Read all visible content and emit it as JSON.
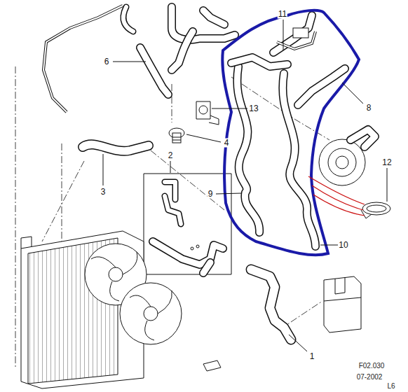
{
  "diagram": {
    "labels": [
      "11",
      "6",
      "13",
      "8",
      "4",
      "2",
      "3",
      "12",
      "9",
      "10",
      "1",
      "F02.030",
      "07-2002",
      "L6"
    ]
  }
}
